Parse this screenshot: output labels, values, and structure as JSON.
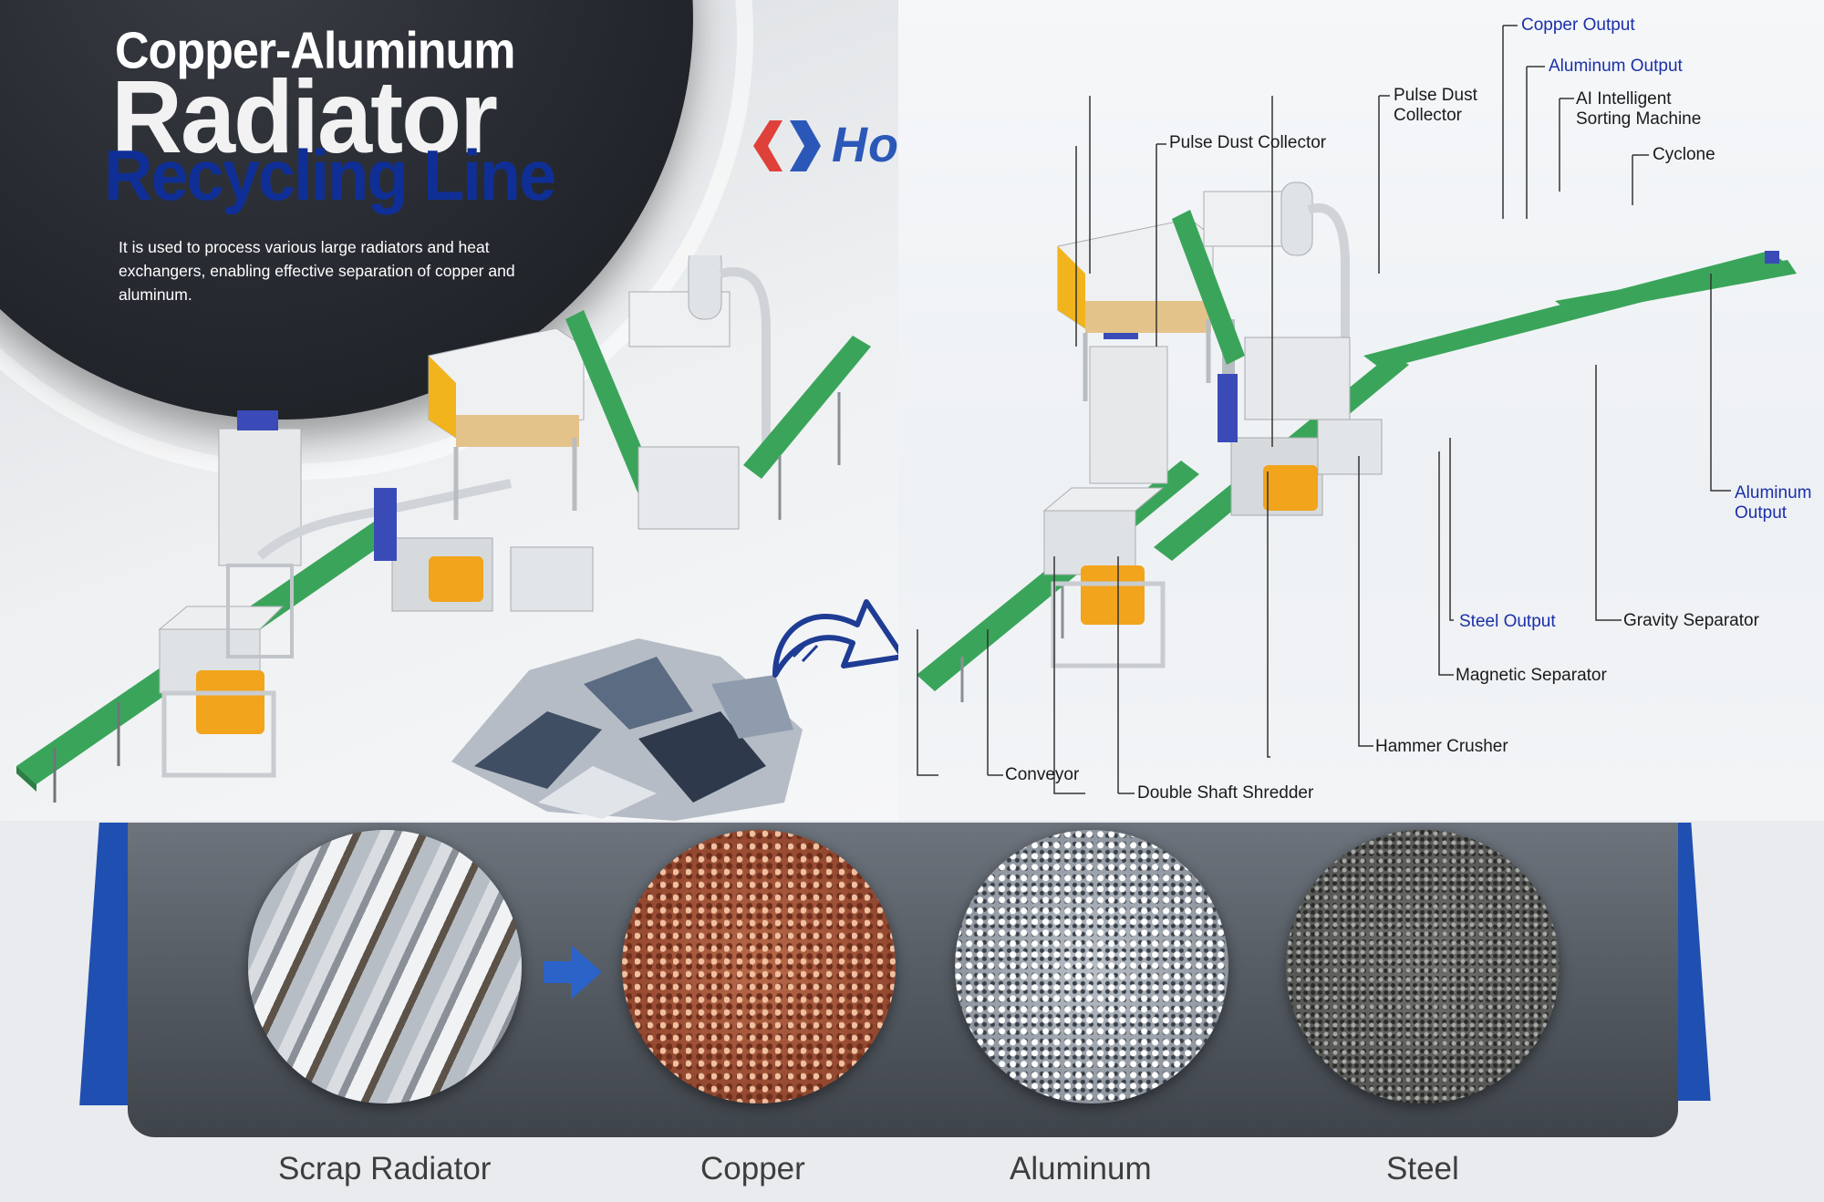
{
  "header": {
    "title_line1": "Copper-Aluminum",
    "title_line2": "Radiator",
    "title_line3": "Recycling Line",
    "description": "It is used to process various large radiators and heat exchangers, enabling effective separation of copper and aluminum."
  },
  "brand": {
    "name": "Honest",
    "accent": "#2b58b8",
    "accent_red": "#e0403a"
  },
  "labels": {
    "copper_output": "Copper Output",
    "aluminum_output_top": "Aluminum Output",
    "pulse_dust_collector_small": "Pulse Dust\nCollector",
    "ai_sorting": "AI Intelligent\nSorting Machine",
    "pulse_dust_collector": "Pulse Dust Collector",
    "cyclone": "Cyclone",
    "aluminum_output_right": "Aluminum\nOutput",
    "steel_output": "Steel Output",
    "gravity_separator": "Gravity Separator",
    "magnetic_separator": "Magnetic Separator",
    "hammer_crusher": "Hammer Crusher",
    "conveyor": "Conveyor",
    "double_shaft_shredder": "Double Shaft Shredder"
  },
  "materials": [
    {
      "name": "Scrap Radiator"
    },
    {
      "name": "Copper"
    },
    {
      "name": "Aluminum"
    },
    {
      "name": "Steel"
    }
  ],
  "colors": {
    "conveyor_green": "#3aa55a",
    "shredder_orange": "#f1a41c",
    "frame_grey": "#d4d8dc",
    "motor_blue": "#3a4bb8",
    "label_blue": "#1b2fa8"
  }
}
